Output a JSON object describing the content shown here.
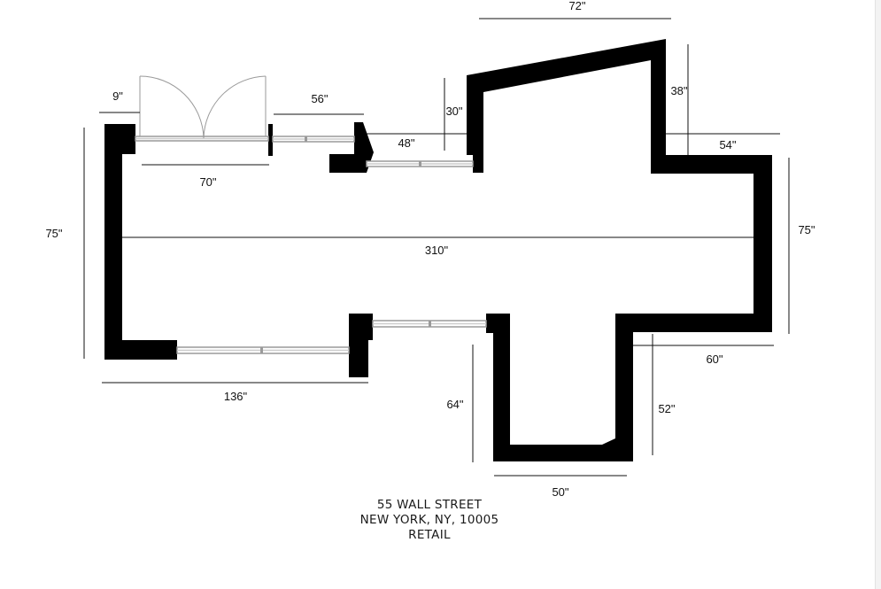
{
  "dimensions": {
    "top_width": "72\"",
    "door_setback": "9\"",
    "window_upper": "56\"",
    "bay_depth_upper": "30\"",
    "window_upper_right": "48\"",
    "bay_right_depth": "38\"",
    "right_step": "54\"",
    "entry_door_width": "70\"",
    "left_depth": "75\"",
    "overall_length": "310\"",
    "right_depth": "75\"",
    "lower_right_step": "60\"",
    "front_length": "136\"",
    "lower_bay_depth_left": "64\"",
    "lower_bay_depth_right": "52\"",
    "lower_bay_width": "50\""
  },
  "address": {
    "street": "55 WALL STREET",
    "city": "NEW YORK, NY, 10005",
    "use": "RETAIL"
  },
  "colors": {
    "wall": "#000000",
    "line": "#111111",
    "window": "#9a9a9a",
    "background": "#ffffff"
  }
}
